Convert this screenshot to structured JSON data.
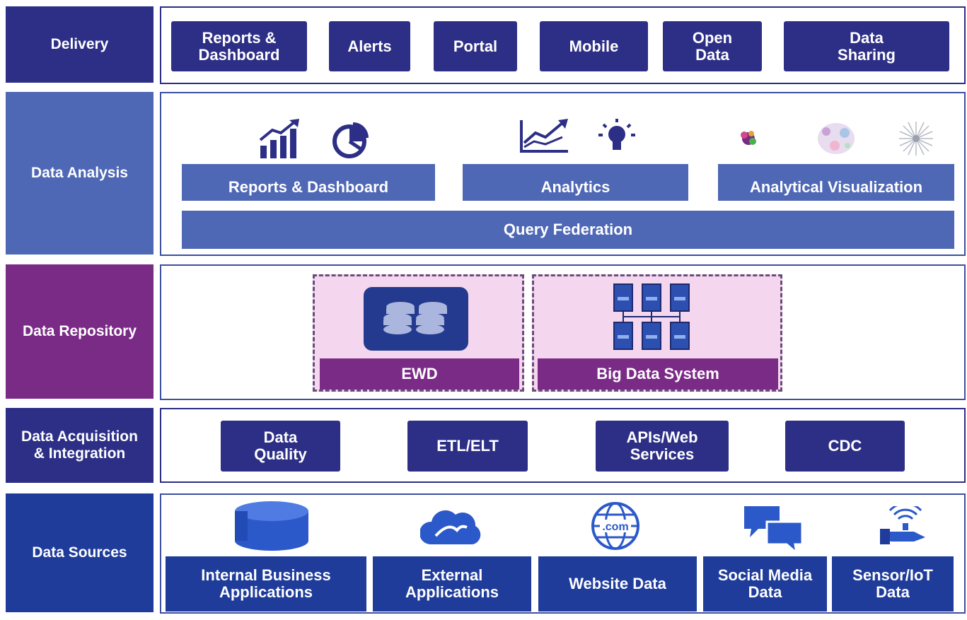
{
  "layers": {
    "delivery": {
      "label": "Delivery",
      "items": [
        "Reports & Dashboard",
        "Alerts",
        "Portal",
        "Mobile",
        "Open Data",
        "Data Sharing"
      ]
    },
    "analysis": {
      "label": "Data Analysis",
      "groups": [
        "Reports & Dashboard",
        "Analytics",
        "Analytical Visualization"
      ],
      "federation": "Query Federation"
    },
    "repository": {
      "label": "Data Repository",
      "items": [
        "EWD",
        "Big Data System"
      ]
    },
    "acquisition": {
      "label": "Data Acquisition & Integration",
      "items": [
        "Data Quality",
        "ETL/ELT",
        "APIs/Web Services",
        "CDC"
      ]
    },
    "sources": {
      "label": "Data Sources",
      "items": [
        "Internal Business Applications",
        "External Applications",
        "Website Data",
        "Social Media Data",
        "Sensor/IoT Data"
      ],
      "website_icon_text": ".com"
    }
  },
  "colors": {
    "delivery": "#2d2f86",
    "analysis": "#4f68b5",
    "repository": "#7a2b86",
    "acquisition": "#2d2f86",
    "sources": "#1f3c9a"
  },
  "icons": [
    "bar-chart-icon",
    "pie-chart-icon",
    "line-chart-icon",
    "lightbulb-icon",
    "cluster-visual-icon",
    "network-visual-icon",
    "starburst-visual-icon",
    "database-icon",
    "server-cluster-icon",
    "cylinder-icon",
    "cloud-icon",
    "globe-icon",
    "chat-icon",
    "sensor-hand-icon"
  ]
}
